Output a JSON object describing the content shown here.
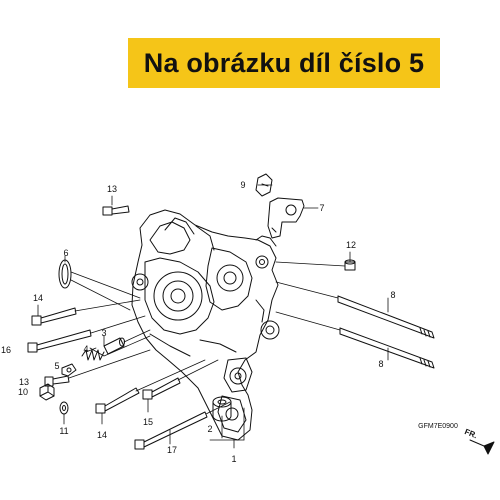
{
  "banner": {
    "text": "Na obrázku díl číslo 5"
  },
  "callouts": {
    "c1": "1",
    "c2": "2",
    "c3": "3",
    "c4": "4",
    "c5": "5",
    "c6": "6",
    "c7": "7",
    "c8a": "8",
    "c8b": "8",
    "c9": "9",
    "c10": "10",
    "c11": "11",
    "c12": "12",
    "c13a": "13",
    "c13b": "13",
    "c14a": "14",
    "c14b": "14",
    "c15": "15",
    "c16": "16",
    "c17": "17"
  },
  "diagram_code": "GFM7E0900",
  "direction_label": "FR."
}
